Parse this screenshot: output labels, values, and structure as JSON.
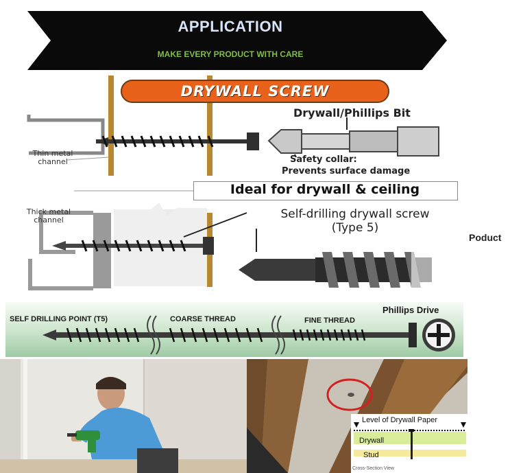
{
  "banner": {
    "title": "APPLICATION",
    "subtitle": "MAKE EVERY PRODUCT WITH CARE"
  },
  "drywall_screw": {
    "heading": "DRYWALL SCREW",
    "thin_channel_label": "Thin metal channel",
    "thick_channel_label": "Thick metal channel",
    "bit_label": "Drywall/Phillips Bit",
    "collar_label_1": "Safety collar:",
    "collar_label_2": "Prevents surface damage",
    "ideal_label": "Ideal for drywall & ceiling",
    "self_drilling_label_1": "Self-drilling drywall screw",
    "self_drilling_label_2": "(Type 5)"
  },
  "side_label": "Poduct",
  "thread_strip": {
    "point_label": "SELF DRILLING POINT (T5)",
    "coarse_label": "COARSE THREAD",
    "fine_label": "FINE THREAD",
    "drive_label": "Phillips Drive"
  },
  "cross_section": {
    "paper_label": "Level of Drywall Paper",
    "drywall_label": "Drywall",
    "stud_label": "Stud",
    "caption": "Cross-Section View"
  },
  "colors": {
    "banner_bg": "#0a0a0a",
    "accent_orange": "#e8621c",
    "subtitle_green": "#7fbf45",
    "strip_green": "#cfe6cf"
  }
}
